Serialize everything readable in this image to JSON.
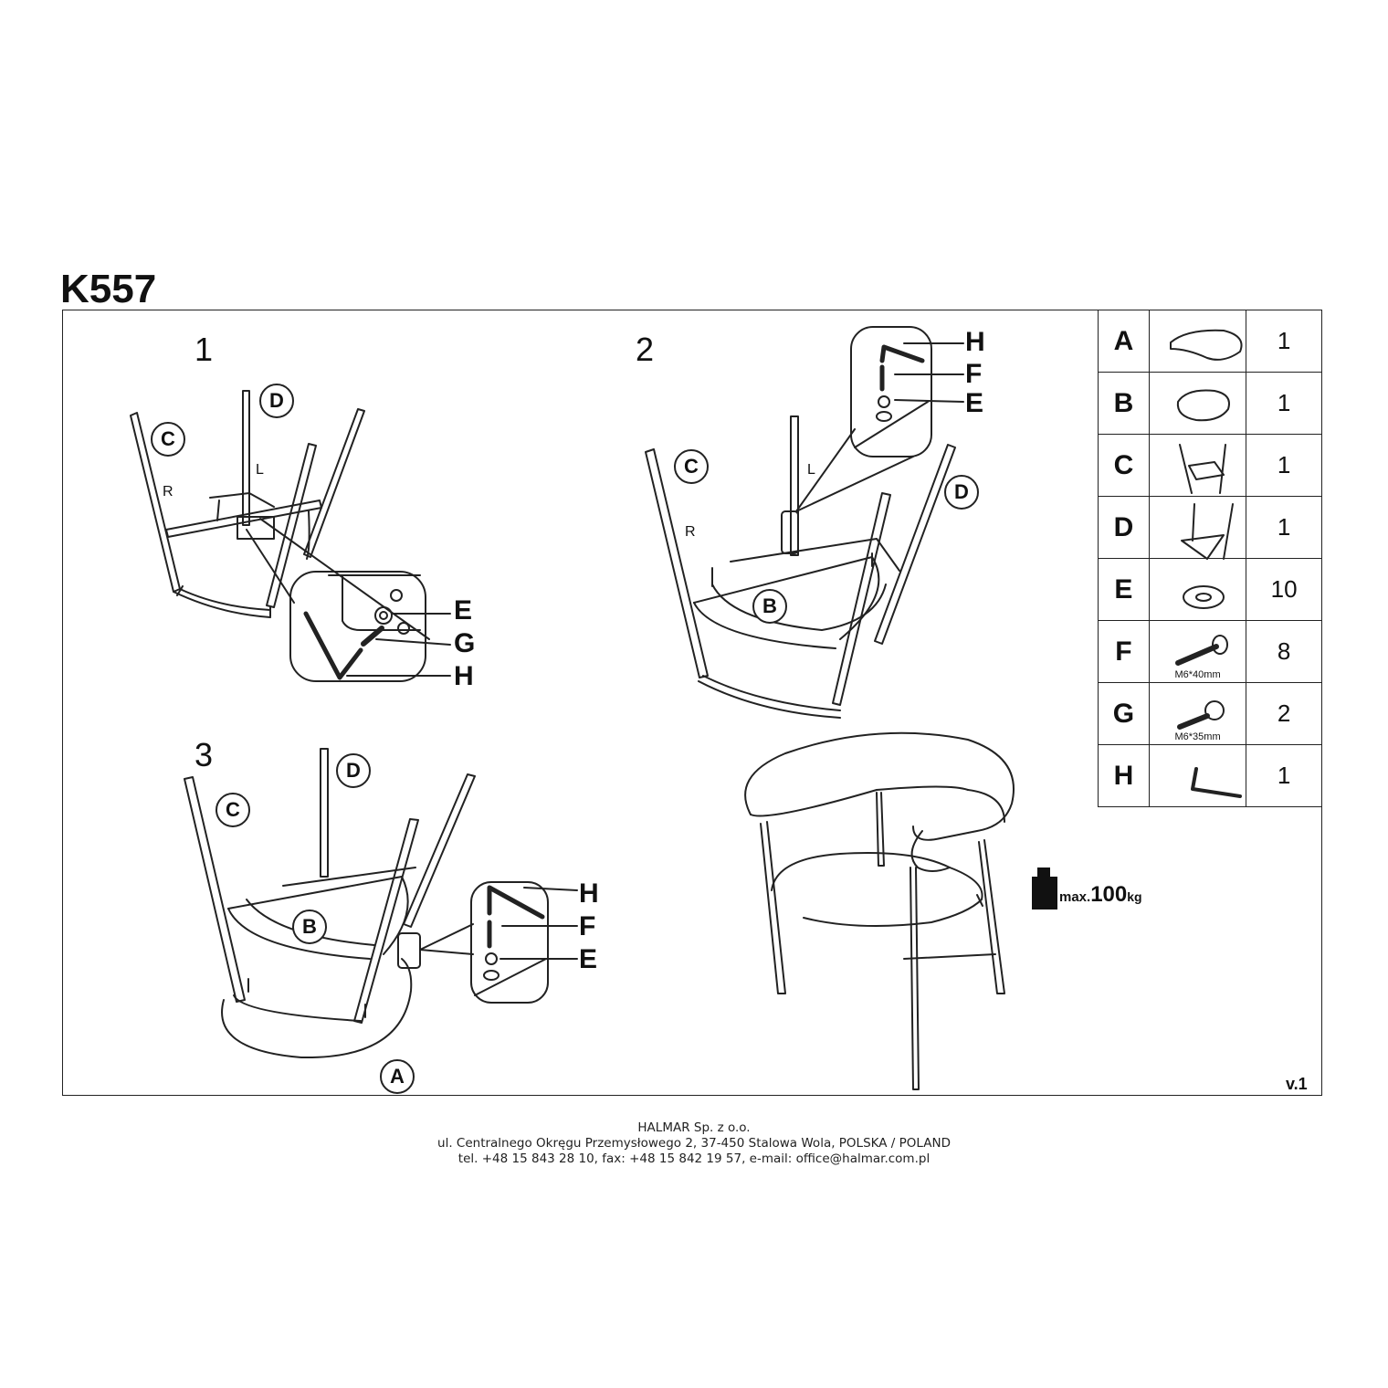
{
  "title": "K557",
  "steps": [
    "1",
    "2",
    "3"
  ],
  "parts": [
    {
      "letter": "A",
      "icon": "backrest-icon",
      "qty": "1",
      "spec": ""
    },
    {
      "letter": "B",
      "icon": "seat-icon",
      "qty": "1",
      "spec": ""
    },
    {
      "letter": "C",
      "icon": "leg-frame-c-icon",
      "qty": "1",
      "spec": ""
    },
    {
      "letter": "D",
      "icon": "leg-frame-d-icon",
      "qty": "1",
      "spec": ""
    },
    {
      "letter": "E",
      "icon": "washer-icon",
      "qty": "10",
      "spec": ""
    },
    {
      "letter": "F",
      "icon": "bolt-long-icon",
      "qty": "8",
      "spec": "M6*40mm"
    },
    {
      "letter": "G",
      "icon": "bolt-short-icon",
      "qty": "2",
      "spec": "M6*35mm"
    },
    {
      "letter": "H",
      "icon": "allen-key-icon",
      "qty": "1",
      "spec": ""
    }
  ],
  "labels": {
    "A": "A",
    "B": "B",
    "C": "C",
    "D": "D",
    "E": "E",
    "F": "F",
    "G": "G",
    "H": "H",
    "R": "R",
    "L": "L"
  },
  "max_load": {
    "prefix": "max.",
    "value": "100",
    "unit": "kg"
  },
  "version": "v.1",
  "footer": {
    "company": "HALMAR Sp. z o.o.",
    "address": "ul. Centralnego Okręgu Przemysłowego 2, 37-450 Stalowa Wola, POLSKA / POLAND",
    "contact": "tel. +48 15 843 28 10, fax: +48 15 842 19 57, e-mail: office@halmar.com.pl"
  }
}
